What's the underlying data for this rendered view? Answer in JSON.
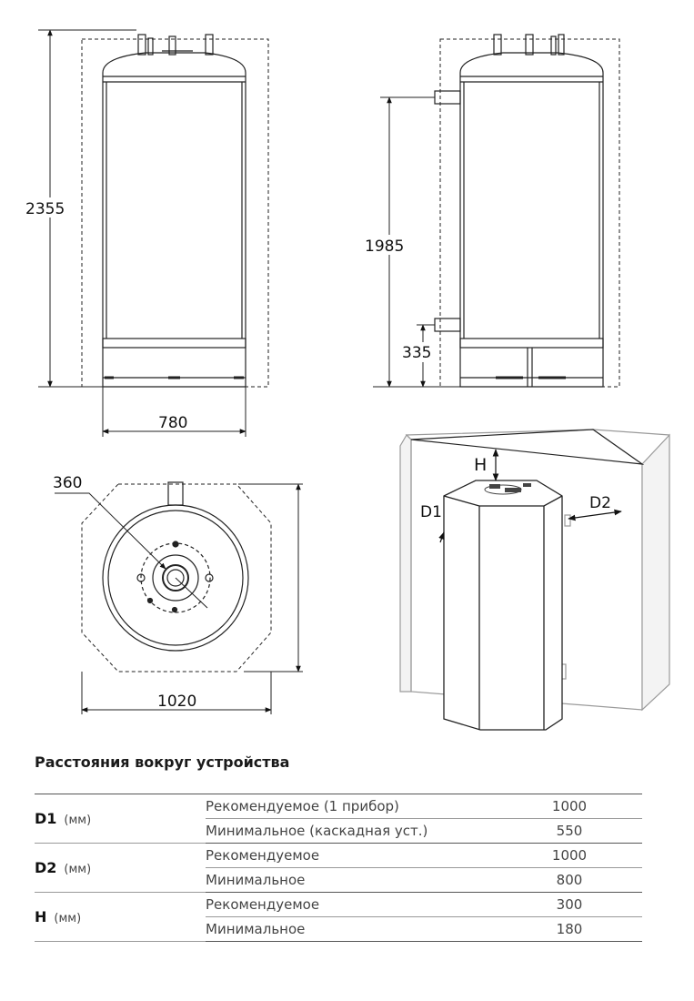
{
  "dimensions": {
    "height_total": "2355",
    "height_upper_connection": "1985",
    "height_lower_connection": "335",
    "width": "780",
    "inner_diameter": "360",
    "footprint": "1020"
  },
  "clearance_labels": {
    "d1": "D1",
    "d2": "D2",
    "h": "H"
  },
  "section": {
    "title": "Расстояния вокруг устройства"
  },
  "table": {
    "rows": [
      {
        "param": "D1",
        "unit": "(мм)",
        "recommended_label": "Рекомендуемое (1 прибор)",
        "recommended_value": "1000",
        "minimum_label": "Минимальное (каскадная уст.)",
        "minimum_value": "550"
      },
      {
        "param": "D2",
        "unit": "(мм)",
        "recommended_label": "Рекомендуемое",
        "recommended_value": "1000",
        "minimum_label": "Минимальное",
        "minimum_value": "800"
      },
      {
        "param": "H",
        "unit": "(мм)",
        "recommended_label": "Рекомендуемое",
        "recommended_value": "300",
        "minimum_label": "Минимальное",
        "minimum_value": "180"
      }
    ]
  }
}
